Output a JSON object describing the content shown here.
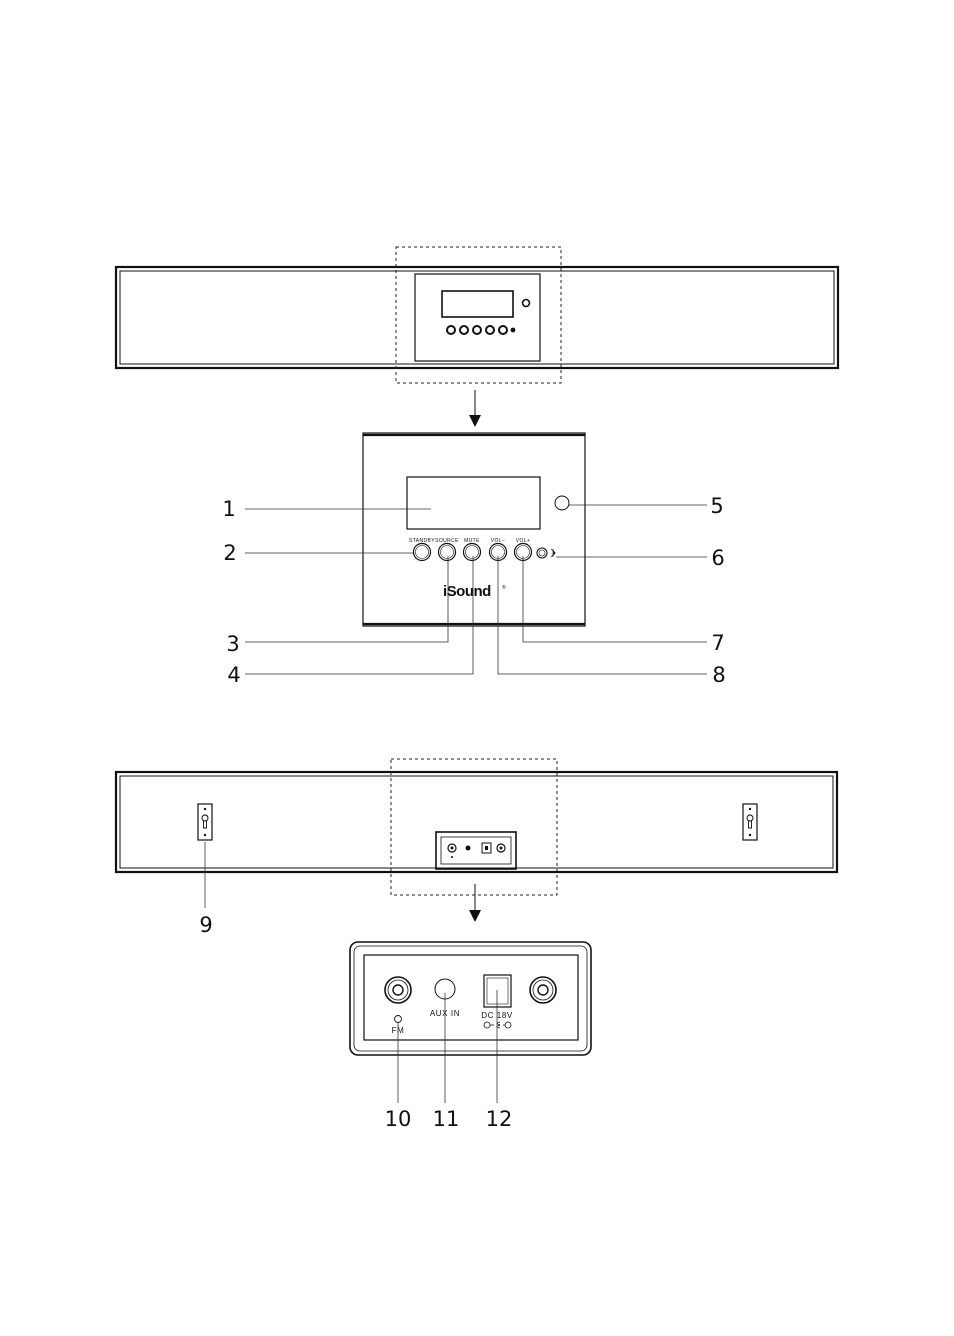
{
  "brand": {
    "logo_main": "iSound",
    "logo_reg": "®"
  },
  "front_panel": {
    "button_labels": [
      "STANDBY",
      "SOURCE",
      "MUTE",
      "VOL−",
      "VOL+"
    ],
    "bluetooth_icon": "bluetooth-icon"
  },
  "rear_panel": {
    "fm_label": "FM",
    "aux_label": "AUX IN",
    "dc_label": "DC 18V",
    "polarity_icon": "dc-polarity-icon",
    "mount_icon": "keyhole-mount-icon"
  },
  "callouts": {
    "c1": "1",
    "c2": "2",
    "c3": "3",
    "c4": "4",
    "c5": "5",
    "c6": "6",
    "c7": "7",
    "c8": "8",
    "c9": "9",
    "c10": "10",
    "c11": "11",
    "c12": "12"
  }
}
